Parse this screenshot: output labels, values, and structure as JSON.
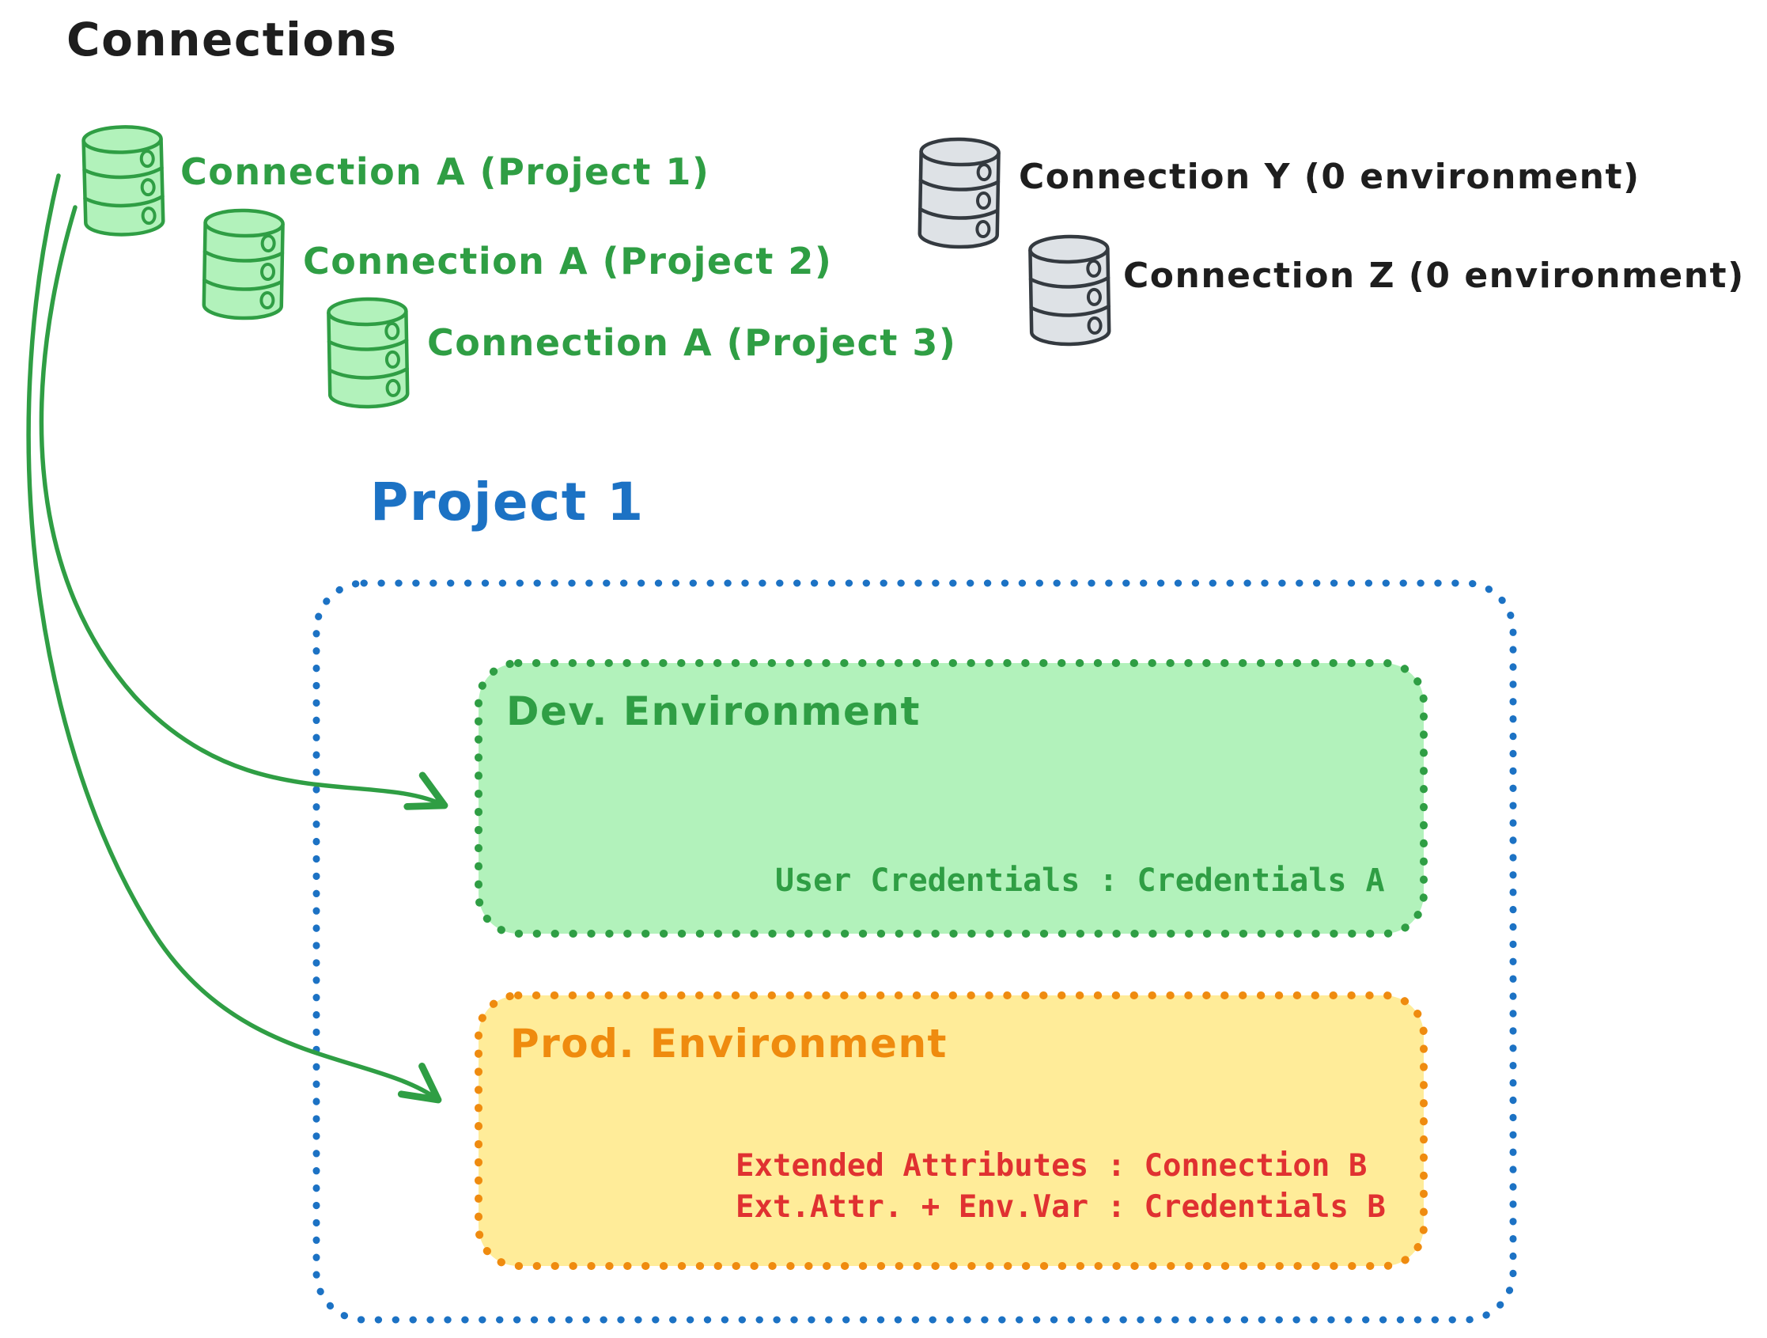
{
  "title": "Connections",
  "connections": {
    "green": [
      {
        "label": "Connection A (Project 1)"
      },
      {
        "label": "Connection A (Project 2)"
      },
      {
        "label": "Connection A (Project 3)"
      }
    ],
    "gray": [
      {
        "label": "Connection Y (0 environment)"
      },
      {
        "label": "Connection Z (0 environment)"
      }
    ]
  },
  "project": {
    "title": "Project 1",
    "dev_environment": {
      "title": "Dev. Environment",
      "credentials_line": "User Credentials : Credentials A"
    },
    "prod_environment": {
      "title": "Prod. Environment",
      "lines": [
        "Extended Attributes : Connection B",
        "Ext.Attr. + Env.Var : Credentials B"
      ]
    }
  },
  "colors": {
    "green_stroke": "#2f9e44",
    "green_fill": "#b2f2bb",
    "gray_stroke": "#343a40",
    "gray_fill": "#dee2e6",
    "blue": "#1c72c4",
    "orange": "#ef8b0f",
    "yellow_fill": "#ffec99",
    "red_text": "#e03131",
    "black_text": "#1e1e1e"
  }
}
